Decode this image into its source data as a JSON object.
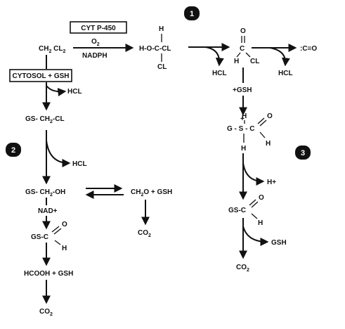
{
  "pathway": {
    "enzyme_p450": "CYT P-450",
    "cofactor_o2": "O",
    "cofactor_o2_sub": "2",
    "cofactor_nadph": "NADPH",
    "enzyme_cytosol": "CYTOSOL + GSH",
    "markers": [
      "1",
      "2",
      "3"
    ]
  },
  "species": {
    "ch2cl2_a": "CH",
    "ch2cl2_b": "2",
    "ch2cl2_c": " CL",
    "ch2cl2_d": "2",
    "hydroxy_center": "H-O-C-CL",
    "hydroxy_top": "H",
    "hydroxy_bottom": "CL",
    "phosgene_c": "C",
    "phosgene_o": "O",
    "phosgene_h": "H",
    "phosgene_cl": "CL",
    "co": ":C≡O",
    "gs_ch2_cl_a": "GS- CH",
    "gs_ch2_cl_b": "2",
    "gs_ch2_cl_c": "-CL",
    "gs_ch2_oh_a": "GS- CH",
    "gs_ch2_oh_b": "2",
    "gs_ch2_oh_c": "-OH",
    "formaldehyde_a": "CH",
    "formaldehyde_b": "2",
    "formaldehyde_c": "O  +  GSH",
    "nad": "NAD+",
    "thioester_gs": "GS-C",
    "thioester_o": "O",
    "thioester_h": "H",
    "formic": "HCOOH + GSH",
    "co2": "CO",
    "co2_sub": "2",
    "gsh_plus": "+GSH",
    "adduct_g": "G - S - C",
    "adduct_plus": "+",
    "adduct_h1": "H",
    "adduct_h2": "H",
    "adduct_o": "O",
    "gs_c_right": "GS-C",
    "gs_c_o": "O",
    "gs_c_h": "H"
  },
  "byproducts": {
    "hcl": "HCL",
    "hplus": "H+",
    "gsh": "GSH"
  }
}
